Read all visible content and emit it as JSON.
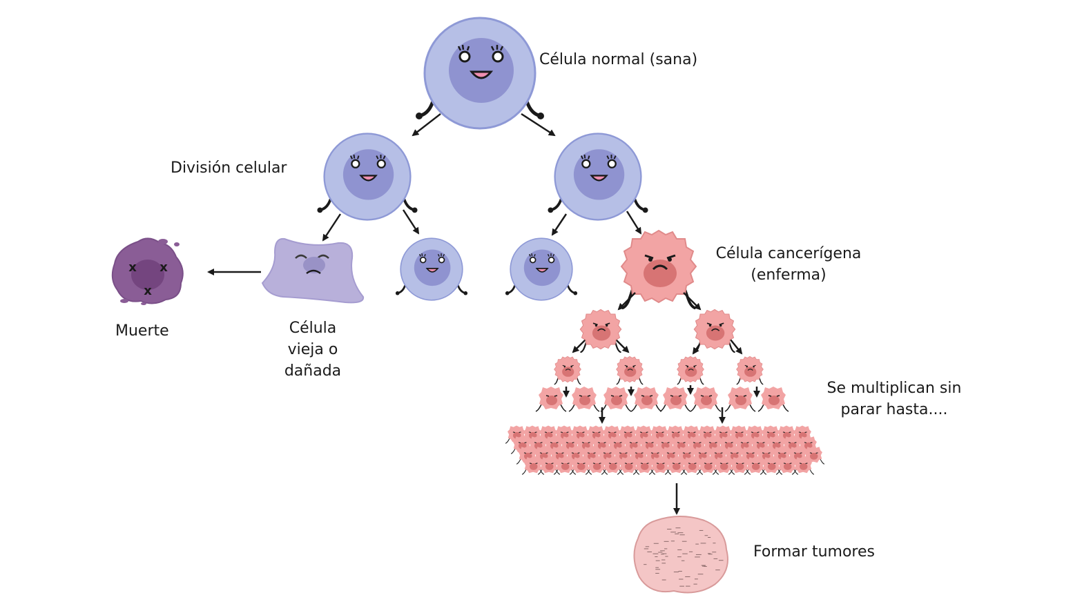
{
  "labels": {
    "normal_cell": "Célula normal (sana)",
    "division": "División celular",
    "death": "Muerte",
    "old_cell_line1": "Célula",
    "old_cell_line2": "vieja o",
    "old_cell_line3": "dañada",
    "cancer_line1": "Célula cancerígena",
    "cancer_line2": "(enferma)",
    "multiply_line1": "Se multiplican sin",
    "multiply_line2": "parar hasta....",
    "tumor": "Formar tumores"
  },
  "colors": {
    "healthy_membrane": "#b6bfe6",
    "healthy_nucleus": "#8f93d0",
    "old_cell": "#b8b0da",
    "dead_cell": "#8a5d96",
    "cancer_outer": "#f2a4a4",
    "cancer_nucleus": "#d77474",
    "tumor": "#f4c6c6",
    "ink": "#1a1a1a"
  }
}
